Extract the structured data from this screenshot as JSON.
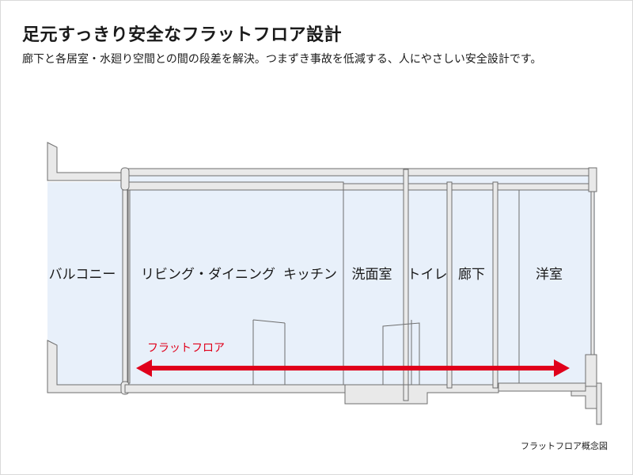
{
  "header": {
    "title": "足元すっきり安全なフラットフロア設計",
    "subtitle": "廊下と各居室・水廻り空間との間の段差を解決。つまずき事故を低減する、人にやさしい安全設計です。"
  },
  "plan": {
    "rooms": [
      {
        "id": "balcony",
        "label": "バルコニー"
      },
      {
        "id": "ldk",
        "label": "リビング・ダイニング"
      },
      {
        "id": "kitchen",
        "label": "キッチン"
      },
      {
        "id": "washroom",
        "label": "洗面室"
      },
      {
        "id": "toilet",
        "label": "トイレ"
      },
      {
        "id": "hallway",
        "label": "廊下"
      },
      {
        "id": "western",
        "label": "洋室"
      }
    ],
    "flat_floor_label": "フラットフロア",
    "colors": {
      "floor": "#e8f0fa",
      "wall_fill": "#e9e9e9",
      "wall_stroke": "#6e6e6e",
      "arrow": "#e0001b"
    }
  },
  "caption": "フラットフロア概念図"
}
